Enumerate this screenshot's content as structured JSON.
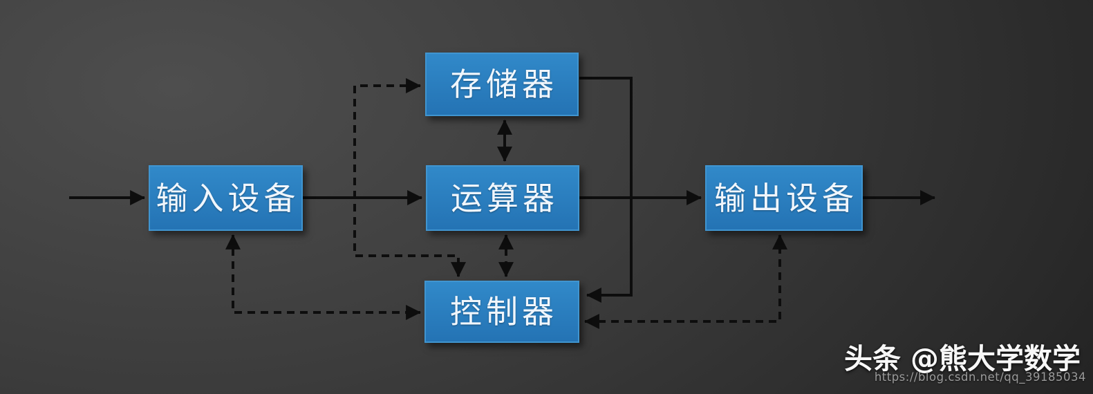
{
  "diagram": {
    "name": "computer-hardware-architecture",
    "nodes": [
      {
        "id": "memory",
        "label": "存储器"
      },
      {
        "id": "alu",
        "label": "运算器"
      },
      {
        "id": "controller",
        "label": "控制器"
      },
      {
        "id": "input",
        "label": "输入设备"
      },
      {
        "id": "output",
        "label": "输出设备"
      }
    ],
    "edges": [
      {
        "from": "outside-left",
        "to": "input",
        "style": "solid",
        "arrows": "single"
      },
      {
        "from": "input",
        "to": "alu",
        "style": "solid",
        "arrows": "single"
      },
      {
        "from": "alu",
        "to": "output",
        "style": "solid",
        "arrows": "single"
      },
      {
        "from": "output",
        "to": "outside-right",
        "style": "solid",
        "arrows": "single"
      },
      {
        "from": "memory",
        "to": "alu",
        "style": "solid",
        "arrows": "double"
      },
      {
        "from": "memory",
        "to": "controller",
        "style": "solid",
        "arrows": "single"
      },
      {
        "from": "memory",
        "to": "controller",
        "style": "dashed",
        "arrows": "double"
      },
      {
        "from": "input",
        "to": "controller",
        "style": "dashed",
        "arrows": "double"
      },
      {
        "from": "alu",
        "to": "controller",
        "style": "dashed",
        "arrows": "double"
      },
      {
        "from": "controller",
        "to": "output",
        "style": "dashed",
        "arrows": "double"
      }
    ],
    "colors": {
      "box_fill": "#2b7fc0",
      "box_border": "#4095d0",
      "box_text": "#f0f6fc",
      "line": "#0d0d0d",
      "background_light": "#4e4e4e",
      "background_dark": "#242424"
    }
  },
  "watermark": {
    "brand": "头条",
    "handle": "@熊大学数学",
    "url": "https://blog.csdn.net/qq_39185034"
  }
}
